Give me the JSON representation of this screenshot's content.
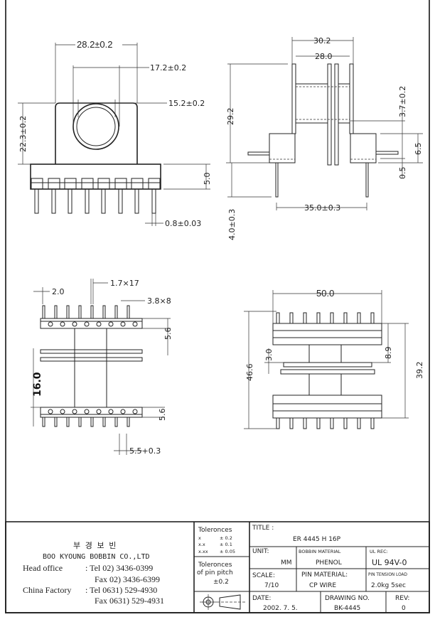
{
  "views": {
    "front": {
      "width_outer": "28.2±0.2",
      "width_inner": "17.2±0.2",
      "core_dia": "15.2±0.2",
      "height": "22.3±0.2",
      "base_height": "5.0",
      "pin_dia": "0.8±0.03"
    },
    "side": {
      "flange_width": "30.2",
      "inner_width": "28.0",
      "height": "29.2",
      "pin_length": "4.0±0.3",
      "pin_span": "35.0±0.3",
      "slot": "3.7±0.2",
      "block_height": "6.5",
      "offset": "0.5"
    },
    "bottom": {
      "pitch_offset": "2.0",
      "slot_size": "1.7×17",
      "pin_slot": "3.8×8",
      "row_depth_top": "5.6",
      "row_spacing": "16.0",
      "row_depth_bottom": "5.6",
      "pin_offset": "5.5+0.3"
    },
    "top": {
      "width": "50.0",
      "total_length": "46.6",
      "flange_thickness": "3.0",
      "gap": "8.9",
      "inner_length": "39.2"
    }
  },
  "company": {
    "name_korean": "부 경 보 빈",
    "name": "BOO KYOUNG BOBBIN CO.,LTD",
    "head_office_label": "Head office",
    "head_tel": ": Tel  02) 3436-0399",
    "head_fax": "Fax  02) 3436-6399",
    "factory_label": "China Factory",
    "factory_tel": ": Tel 0631) 529-4930",
    "factory_fax": "Fax 0631) 529-4931"
  },
  "tolerances": {
    "title": "Toleronces",
    "rows": [
      {
        "k": "x",
        "v": "± 0.2"
      },
      {
        "k": "x.x",
        "v": "± 0.1"
      },
      {
        "k": "x.xx",
        "v": "± 0.05"
      }
    ],
    "pin_pitch_line1": "Toleronces",
    "pin_pitch_line2": "of pin pitch",
    "pin_pitch_value": "±0.2"
  },
  "titleblock": {
    "title_label": "TITLE :",
    "title": "ER 4445 H 16P",
    "unit_label": "UNIT:",
    "unit": "MM",
    "bobbin_material_label": "BOBBIN MATERIAL",
    "bobbin_material": "PHENOL",
    "ul_label": "UL REC:",
    "ul": "UL 94V-0",
    "scale_label": "SCALE:",
    "scale": "7/10",
    "pin_material_label": "PIN MATERIAL:",
    "pin_material": "CP WIRE",
    "tension_label": "PIN TENSION LOAD",
    "tension": "2.0kg 5sec",
    "date_label": "DATE:",
    "date": "2002. 7. 5.",
    "drawing_no_label": "DRAWING NO.",
    "drawing_no": "BK-4445",
    "rev_label": "REV:",
    "rev": "0"
  }
}
